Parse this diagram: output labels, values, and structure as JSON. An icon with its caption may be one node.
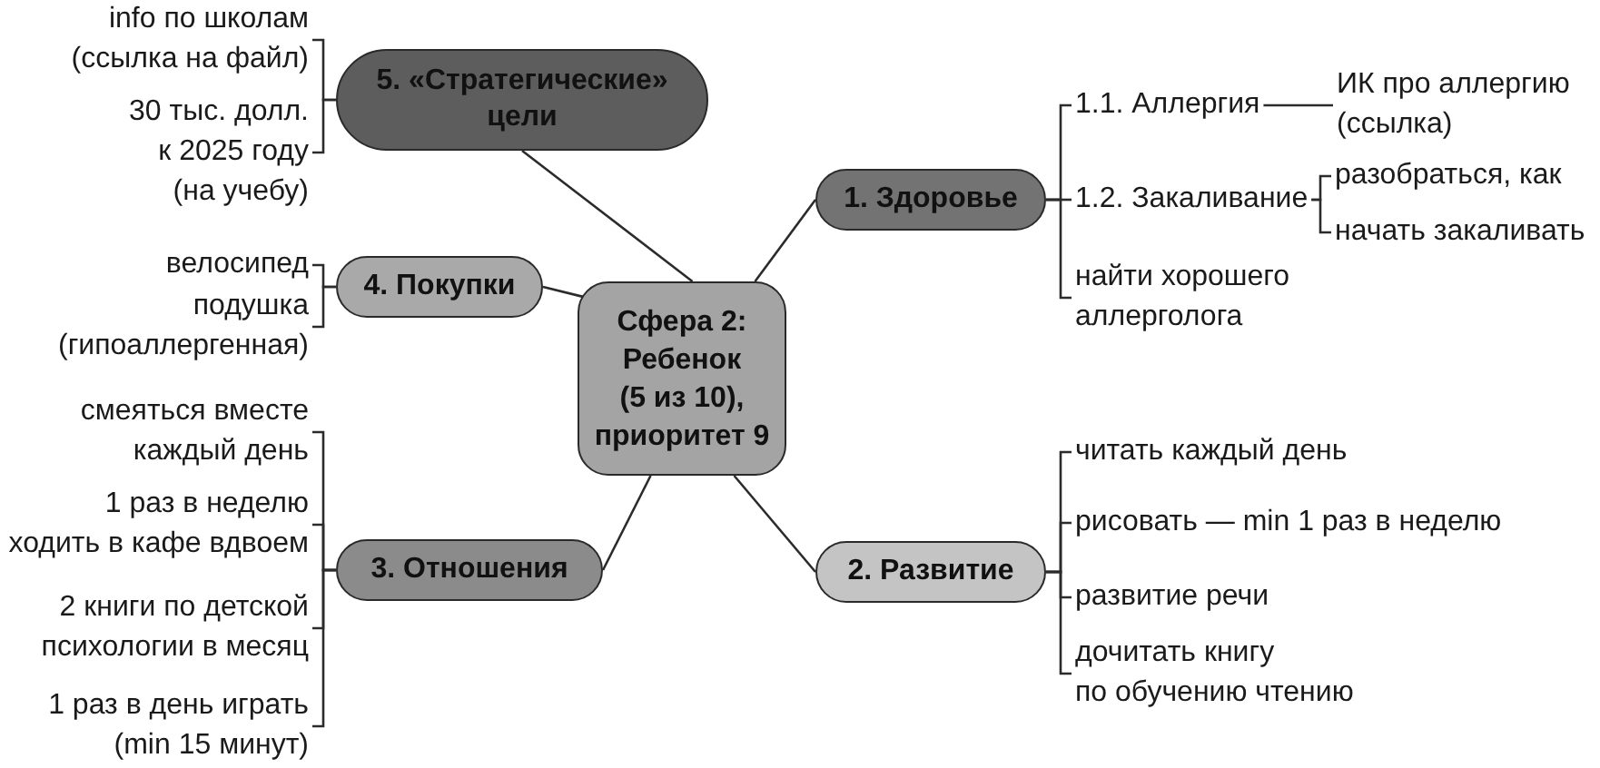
{
  "diagram": {
    "nodes": [
      {
        "text": [
          "Сфера 2: Ребенок (5 из 10), приоритет 9"
        ]
      },
      {
        "text": [
          "1. Здоровье"
        ]
      },
      {
        "text": [
          "1.1. Аллергия"
        ]
      },
      {
        "text": [
          "ИК про аллергию (ссылка)"
        ]
      },
      {
        "text": [
          "1.2. Закаливание"
        ]
      },
      {
        "text": [
          "разобраться, как"
        ]
      },
      {
        "text": [
          "начать закаливать"
        ]
      },
      {
        "text": [
          "найти хорошего аллерголога"
        ]
      },
      {
        "text": [
          "2. Развитие"
        ]
      },
      {
        "text": [
          "читать каждый день"
        ]
      },
      {
        "text": [
          "рисовать — min 1 раз в неделю"
        ]
      },
      {
        "text": [
          "развитие речи"
        ]
      },
      {
        "text": [
          "дочитать книгу по обучению чтению"
        ]
      },
      {
        "text": [
          "3. Отношения"
        ]
      },
      {
        "text": [
          "смеяться вместе каждый день"
        ]
      },
      {
        "text": [
          "1 раз в неделю ходить в кафе вдвоем"
        ]
      },
      {
        "text": [
          "2 книги по детской психологии в месяц"
        ]
      },
      {
        "text": [
          "1 раз в день играть (min 15 минут)"
        ]
      },
      {
        "text": [
          "4. Покупки"
        ]
      },
      {
        "text": [
          "велосипед"
        ]
      },
      {
        "text": [
          "подушка (гипоаллергенная)"
        ]
      },
      {
        "text": [
          "5. «Стратегические» цели"
        ]
      },
      {
        "text": [
          "info по школам (ссылка на файл)"
        ]
      },
      {
        "text": [
          "30 тыс. долл. к 2025 году (на учебу)"
        ]
      }
    ],
    "edges": [
      {
        "from": 0,
        "to": 1,
        "arrow": "none"
      },
      {
        "from": 0,
        "to": 8,
        "arrow": "none"
      },
      {
        "from": 0,
        "to": 13,
        "arrow": "none"
      },
      {
        "from": 0,
        "to": 18,
        "arrow": "none"
      },
      {
        "from": 0,
        "to": 21,
        "arrow": "none"
      },
      {
        "from": 1,
        "to": 2,
        "arrow": "none"
      },
      {
        "from": 1,
        "to": 4,
        "arrow": "none"
      },
      {
        "from": 1,
        "to": 7,
        "arrow": "none"
      },
      {
        "from": 2,
        "to": 3,
        "arrow": "none"
      },
      {
        "from": 4,
        "to": 5,
        "arrow": "none"
      },
      {
        "from": 4,
        "to": 6,
        "arrow": "none"
      },
      {
        "from": 8,
        "to": 9,
        "arrow": "none"
      },
      {
        "from": 8,
        "to": 10,
        "arrow": "none"
      },
      {
        "from": 8,
        "to": 11,
        "arrow": "none"
      },
      {
        "from": 8,
        "to": 12,
        "arrow": "none"
      },
      {
        "from": 13,
        "to": 14,
        "arrow": "none"
      },
      {
        "from": 13,
        "to": 15,
        "arrow": "none"
      },
      {
        "from": 13,
        "to": 16,
        "arrow": "none"
      },
      {
        "from": 13,
        "to": 17,
        "arrow": "none"
      },
      {
        "from": 18,
        "to": 19,
        "arrow": "none"
      },
      {
        "from": 18,
        "to": 20,
        "arrow": "none"
      },
      {
        "from": 21,
        "to": 22,
        "arrow": "none"
      },
      {
        "from": 21,
        "to": 23,
        "arrow": "none"
      }
    ]
  }
}
